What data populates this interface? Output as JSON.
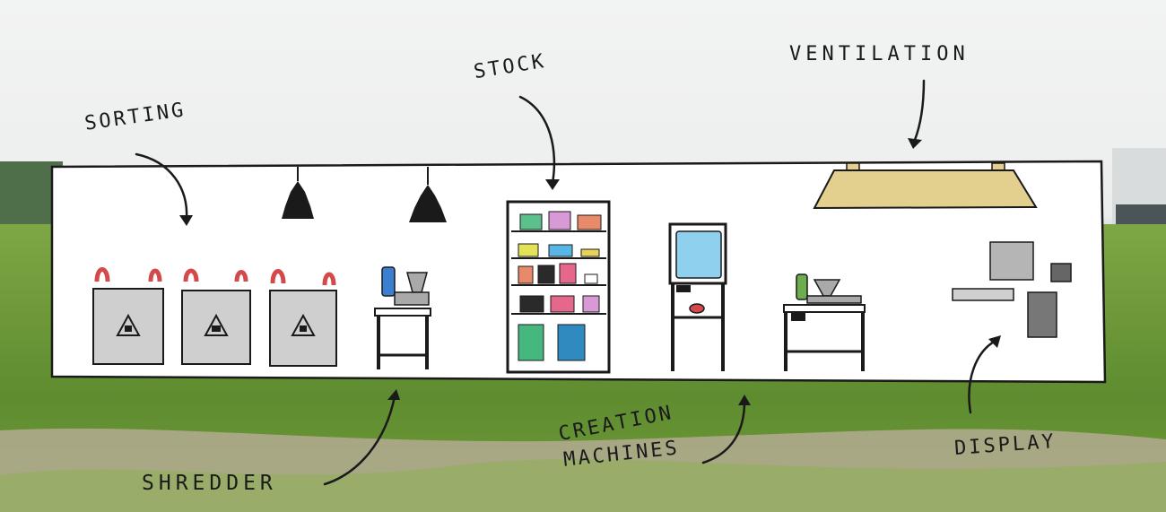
{
  "labels": {
    "sorting": "SORTING",
    "stock": "STOCK",
    "ventilation": "VENTILATION",
    "shredder": "SHREDDER",
    "creation_line1": "CREATION",
    "creation_line2": "MACHINES",
    "display": "DISPLAY"
  },
  "colors": {
    "container_wall": "#ffffff",
    "outline": "#1a1a1a",
    "grass": "#6d9a3c",
    "dirt": "#b8ad98",
    "bag": "#cfcfcf",
    "bag_handle": "#d4494a",
    "ventilation_hood": "#e3cf8e",
    "screen": "#8fd0ee",
    "display_panel": "#b5b5b5"
  },
  "icons": {
    "bag": "recycling-symbol-icon",
    "lamp": "pendant-lamp-icon"
  }
}
